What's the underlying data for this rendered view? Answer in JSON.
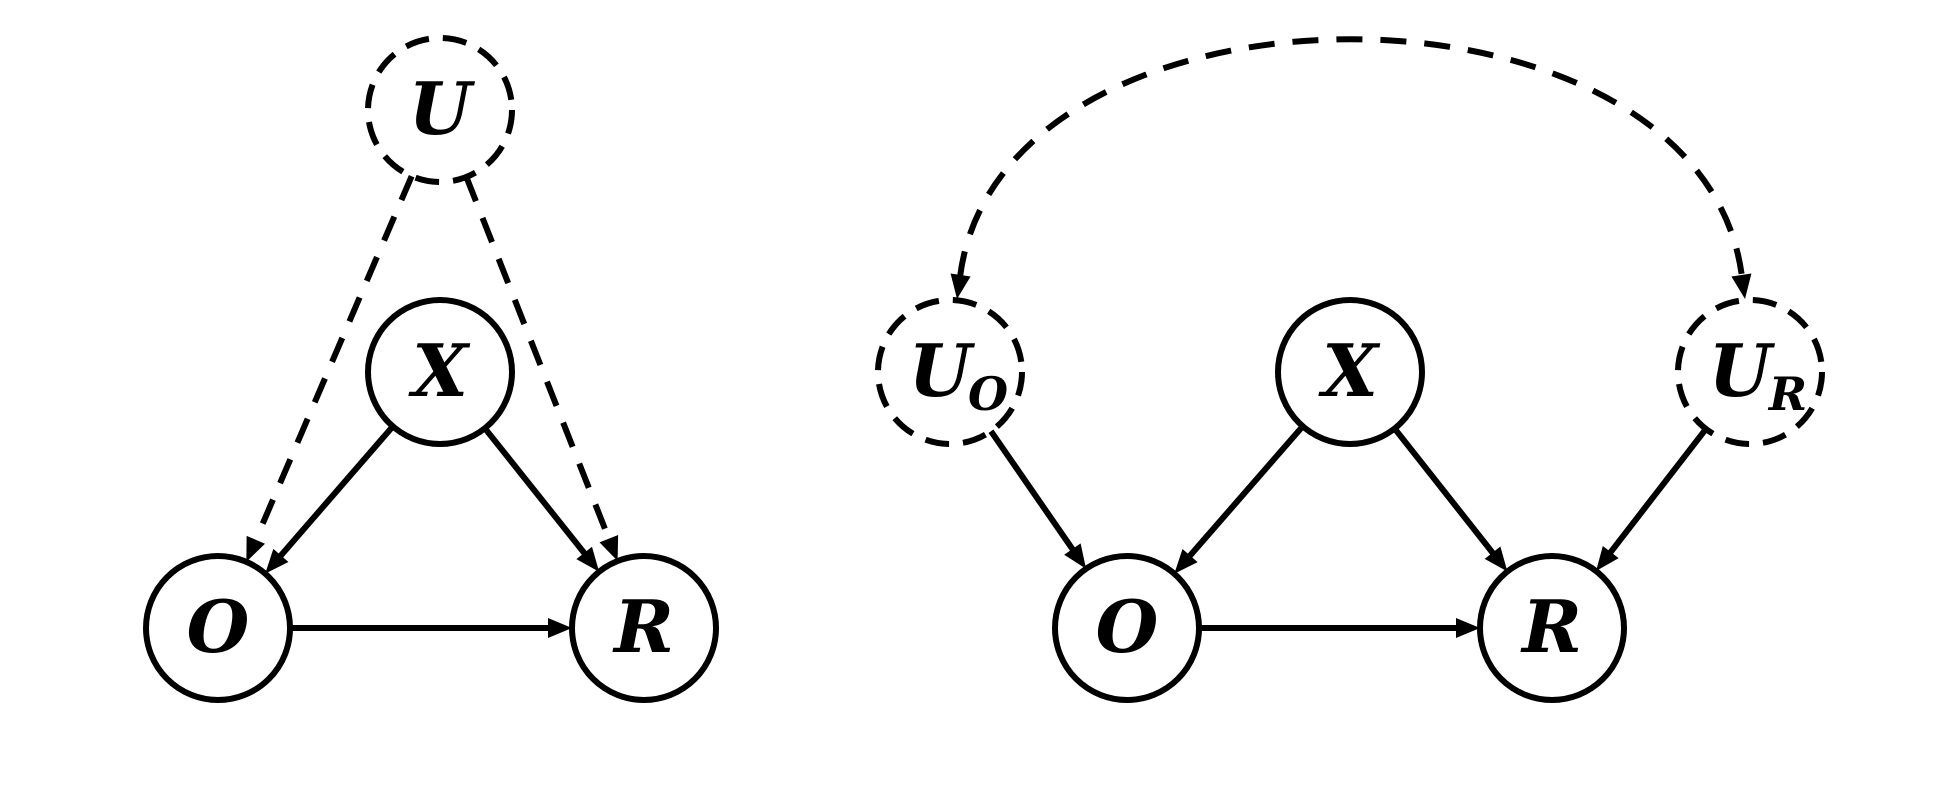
{
  "diagrams": [
    {
      "id": "left",
      "nodes": [
        {
          "id": "U",
          "label": "U",
          "sub": "",
          "latent": true
        },
        {
          "id": "X",
          "label": "X",
          "sub": "",
          "latent": false
        },
        {
          "id": "O",
          "label": "O",
          "sub": "",
          "latent": false
        },
        {
          "id": "R",
          "label": "R",
          "sub": "",
          "latent": false
        }
      ],
      "edges": [
        {
          "from": "U",
          "to": "O",
          "dashed": true
        },
        {
          "from": "U",
          "to": "R",
          "dashed": true
        },
        {
          "from": "X",
          "to": "O",
          "dashed": false
        },
        {
          "from": "X",
          "to": "R",
          "dashed": false
        },
        {
          "from": "O",
          "to": "R",
          "dashed": false
        }
      ]
    },
    {
      "id": "right",
      "nodes": [
        {
          "id": "UO",
          "label": "U",
          "sub": "O",
          "latent": true
        },
        {
          "id": "X",
          "label": "X",
          "sub": "",
          "latent": false
        },
        {
          "id": "UR",
          "label": "U",
          "sub": "R",
          "latent": true
        },
        {
          "id": "O",
          "label": "O",
          "sub": "",
          "latent": false
        },
        {
          "id": "R",
          "label": "R",
          "sub": "",
          "latent": false
        }
      ],
      "edges": [
        {
          "from": "UR",
          "to": "UO",
          "dashed": true,
          "bidirected": true
        },
        {
          "from": "UO",
          "to": "O",
          "dashed": false
        },
        {
          "from": "X",
          "to": "O",
          "dashed": false
        },
        {
          "from": "X",
          "to": "R",
          "dashed": false
        },
        {
          "from": "UR",
          "to": "R",
          "dashed": false
        },
        {
          "from": "O",
          "to": "R",
          "dashed": false
        }
      ]
    }
  ]
}
